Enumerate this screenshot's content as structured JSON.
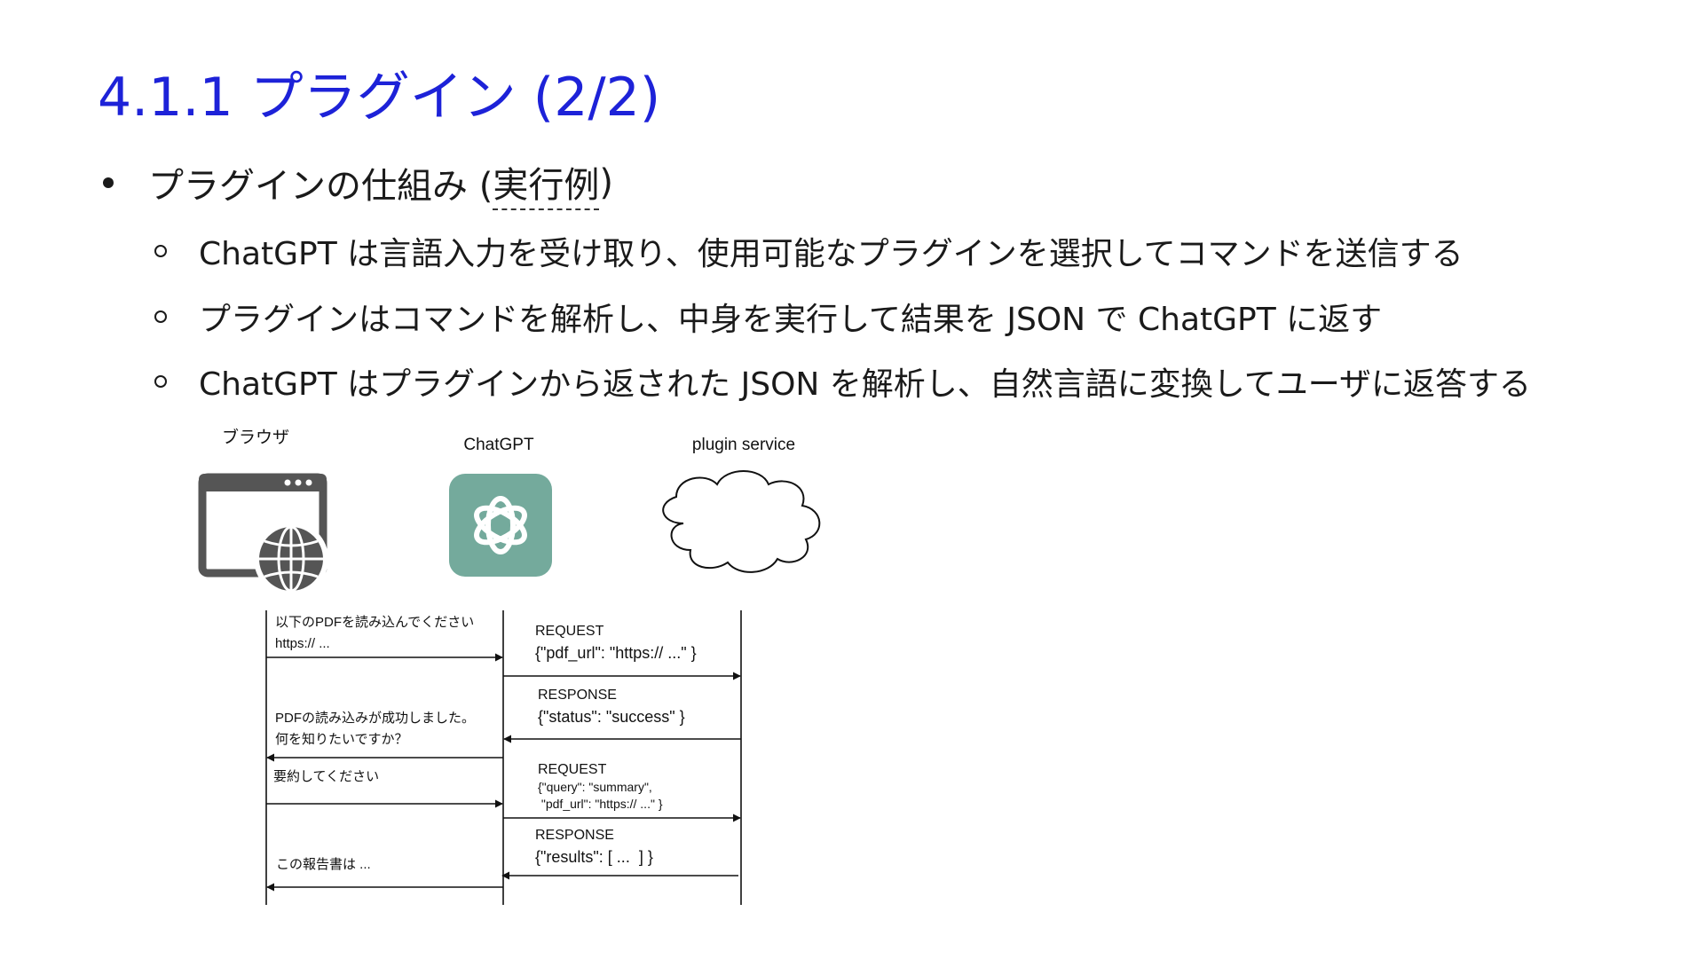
{
  "slide": {
    "title": "4.1.1 プラグイン (2/2)",
    "bullet_main": "プラグインの仕組み (",
    "bullet_main_underlined": "実行例",
    "bullet_main_end": ")",
    "sub_bullets": [
      "ChatGPT は言語入力を受け取り、使用可能なプラグインを選択してコマンドを送信する",
      "プラグインはコマンドを解析し、中身を実行して結果を JSON で ChatGPT に返す",
      "ChatGPT はプラグインから返された JSON を解析し、自然言語に変換してユーザに返答する"
    ]
  },
  "diagram": {
    "actors": {
      "browser": "ブラウザ",
      "chatgpt": "ChatGPT",
      "plugin": "plugin service"
    },
    "icons": {
      "browser": "browser-window-globe-icon",
      "chatgpt": "chatgpt-logo-icon",
      "plugin": "cloud-icon"
    },
    "colors": {
      "chatgpt_logo_bg": "#74aa9c",
      "browser_icon": "#555555"
    },
    "messages": {
      "m1_line1": "以下のPDFを読み込んでください",
      "m1_line2": "https:// ...",
      "m2_label": "REQUEST",
      "m2_body": "{\"pdf_url\": \"https:// ...\" }",
      "m3_label": "RESPONSE",
      "m3_body": "{\"status\": \"success\" }",
      "m4_line1": "PDFの読み込みが成功しました。",
      "m4_line2": "何を知りたいですか？",
      "m5_text": "要約してください",
      "m6_label": "REQUEST",
      "m6_body1": "{\"query\": \"summary\",",
      "m6_body2": " \"pdf_url\": \"https:// ...\" }",
      "m7_label": "RESPONSE",
      "m7_body": "{\"results\": [ ...  ] }",
      "m8_text": "この報告書は ..."
    }
  }
}
